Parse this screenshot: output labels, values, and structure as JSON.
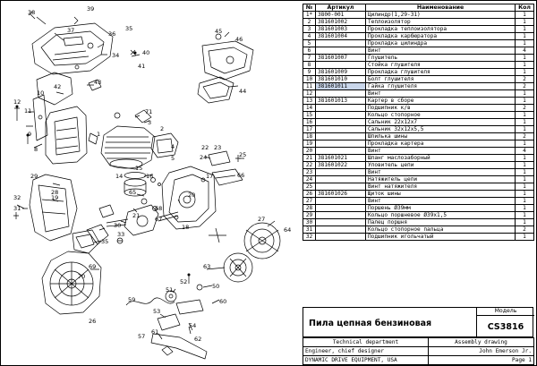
{
  "table": {
    "headers": [
      "№",
      "Артикул",
      "Наименование",
      "Кол"
    ],
    "rows": [
      {
        "num": "1*",
        "sku": "3800-001",
        "name": "Цилиндр(1,29-31)",
        "qty": "1"
      },
      {
        "num": "2",
        "sku": "381601002",
        "name": "Теплоизолятор",
        "qty": "1"
      },
      {
        "num": "3",
        "sku": "381601003",
        "name": "Прокладка теплоизолятора",
        "qty": "1"
      },
      {
        "num": "4",
        "sku": "381601004",
        "name": "Прокладка карбюратора",
        "qty": "1"
      },
      {
        "num": "5",
        "sku": "",
        "name": "Прокладка цилиндра",
        "qty": "1"
      },
      {
        "num": "6",
        "sku": "",
        "name": "Винт",
        "qty": "4"
      },
      {
        "num": "7",
        "sku": "381601007",
        "name": "Глушитель",
        "qty": "1"
      },
      {
        "num": "8",
        "sku": "",
        "name": "Стойка глушителя",
        "qty": "1"
      },
      {
        "num": "9",
        "sku": "381601009",
        "name": "Прокладка глушителя",
        "qty": "1"
      },
      {
        "num": "10",
        "sku": "381601010",
        "name": "Болт глушителя",
        "qty": "2"
      },
      {
        "num": "11",
        "sku": "381601011",
        "name": "Гайка глушителя",
        "qty": "2",
        "highlight": true
      },
      {
        "num": "12",
        "sku": "",
        "name": "Винт",
        "qty": "1"
      },
      {
        "num": "13",
        "sku": "381601013",
        "name": "Картер в сборе",
        "qty": "1"
      },
      {
        "num": "14",
        "sku": "",
        "name": "Подшипник к/в",
        "qty": "2"
      },
      {
        "num": "15",
        "sku": "",
        "name": "Кольцо стопорное",
        "qty": "1"
      },
      {
        "num": "16",
        "sku": "",
        "name": "Сальник 22х12х7",
        "qty": "1"
      },
      {
        "num": "17",
        "sku": "",
        "name": "Сальник 32х12х5,5",
        "qty": "1"
      },
      {
        "num": "18",
        "sku": "",
        "name": "Шпилька шины",
        "qty": "2"
      },
      {
        "num": "19",
        "sku": "",
        "name": "Прокладка картера",
        "qty": "1"
      },
      {
        "num": "20",
        "sku": "",
        "name": "Винт",
        "qty": "4"
      },
      {
        "num": "21",
        "sku": "381601021",
        "name": "Шланг маслозаборный",
        "qty": "1"
      },
      {
        "num": "22",
        "sku": "381601022",
        "name": "Уловитель цепи",
        "qty": "1"
      },
      {
        "num": "23",
        "sku": "",
        "name": "Винт",
        "qty": "1"
      },
      {
        "num": "24",
        "sku": "",
        "name": "Натяжитель цепи",
        "qty": "1"
      },
      {
        "num": "25",
        "sku": "",
        "name": "Винт натяжителя",
        "qty": "1"
      },
      {
        "num": "26",
        "sku": "381601026",
        "name": "Щиток шины",
        "qty": "1"
      },
      {
        "num": "27",
        "sku": "",
        "name": "Винт",
        "qty": "1"
      },
      {
        "num": "28",
        "sku": "",
        "name": "Поршень Ø39мм",
        "qty": "1"
      },
      {
        "num": "29",
        "sku": "",
        "name": "Кольцо поршневое Ø39х1,5",
        "qty": "1"
      },
      {
        "num": "30",
        "sku": "",
        "name": "Палец поршня",
        "qty": "1"
      },
      {
        "num": "31",
        "sku": "",
        "name": "Кольцо стопорное пальца",
        "qty": "2"
      },
      {
        "num": "32",
        "sku": "",
        "name": "Подшипник игольчатый",
        "qty": "1"
      }
    ]
  },
  "title_block": {
    "product_name": "Пила цепная бензиновая",
    "model_label": "Модель",
    "model": "CS3816"
  },
  "footer": {
    "row1_left": "Technical department",
    "row1_right": "Assembly drawing",
    "row2_left": "Engineer, chief designer",
    "row2_right": "John Emerson Jr.",
    "row3_left": "DYNAMIC DRIVE EQUIPMENT, USA",
    "row3_right": "Page 1"
  },
  "drawing": {
    "callouts": [
      "38",
      "39",
      "37",
      "36",
      "35",
      "34",
      "40",
      "41",
      "45",
      "46",
      "43",
      "44",
      "42",
      "12",
      "11",
      "10",
      "9",
      "8",
      "1",
      "71",
      "3",
      "2",
      "4",
      "5",
      "22",
      "23",
      "24",
      "25",
      "66",
      "14",
      "15",
      "16",
      "17",
      "18",
      "29",
      "28",
      "19",
      "20",
      "65",
      "68",
      "67",
      "21",
      "30",
      "32",
      "31",
      "33",
      "35",
      "69",
      "70",
      "26",
      "27",
      "64",
      "63",
      "52",
      "51",
      "50",
      "60",
      "59",
      "53",
      "54",
      "62",
      "61",
      "57",
      "58",
      "73",
      "72"
    ]
  },
  "colors": {
    "line": "#000000",
    "highlight": "#c9d6ea"
  }
}
